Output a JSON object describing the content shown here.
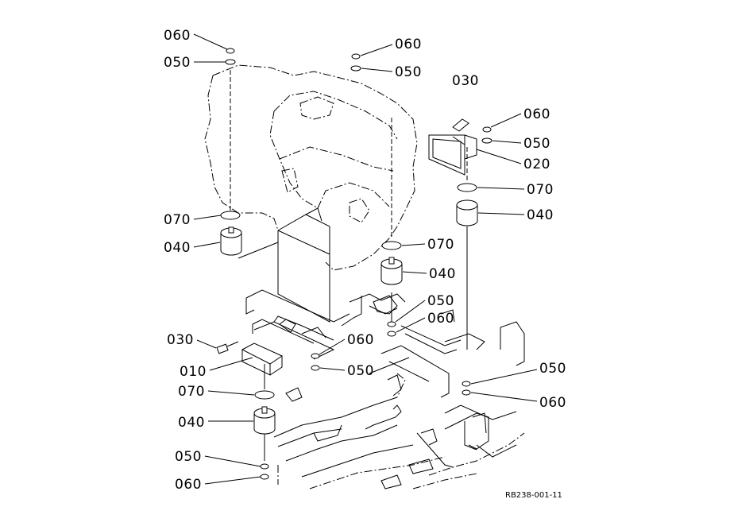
{
  "reference_code": "RB238-001-11",
  "callouts": [
    {
      "text": "060"
    },
    {
      "text": "050"
    },
    {
      "text": "060"
    },
    {
      "text": "050"
    },
    {
      "text": "030"
    },
    {
      "text": "060"
    },
    {
      "text": "050"
    },
    {
      "text": "020"
    },
    {
      "text": "070"
    },
    {
      "text": "040"
    },
    {
      "text": "070"
    },
    {
      "text": "040"
    },
    {
      "text": "070"
    },
    {
      "text": "040"
    },
    {
      "text": "050"
    },
    {
      "text": "060"
    },
    {
      "text": "030"
    },
    {
      "text": "060"
    },
    {
      "text": "010"
    },
    {
      "text": "050"
    },
    {
      "text": "070"
    },
    {
      "text": "040"
    },
    {
      "text": "050"
    },
    {
      "text": "060"
    },
    {
      "text": "050"
    },
    {
      "text": "060"
    }
  ]
}
